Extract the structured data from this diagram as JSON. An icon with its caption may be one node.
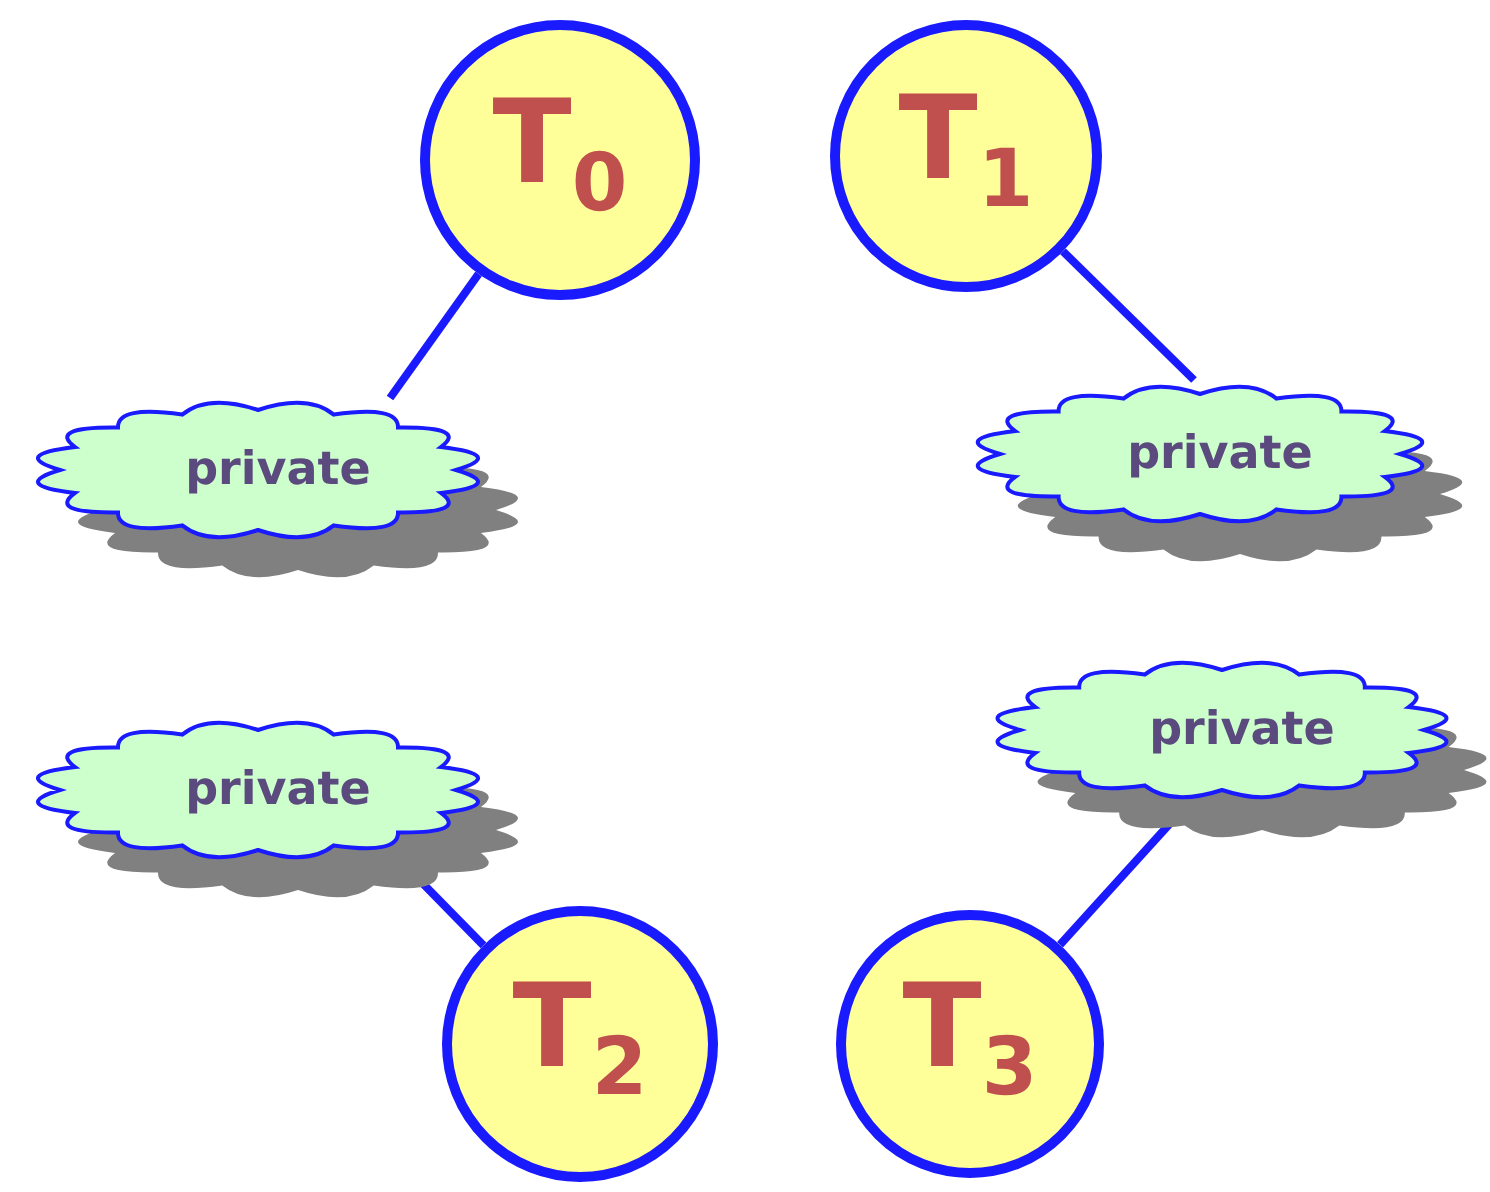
{
  "diagram": {
    "nodes": [
      {
        "text": [
          "T$_{0}$"
        ]
      },
      {
        "text": [
          "T$_{1}$"
        ]
      },
      {
        "text": [
          "private"
        ]
      },
      {
        "text": [
          "private"
        ]
      },
      {
        "text": [
          "private"
        ]
      },
      {
        "text": [
          "private"
        ]
      },
      {
        "text": [
          "T$_{2}$"
        ]
      },
      {
        "text": [
          "T$_{3}$"
        ]
      }
    ],
    "edges": [
      {
        "from": 0,
        "to": 2,
        "arrow": "none"
      },
      {
        "from": 1,
        "to": 3,
        "arrow": "none"
      },
      {
        "from": 4,
        "to": 6,
        "arrow": "none"
      },
      {
        "from": 5,
        "to": 7,
        "arrow": "none"
      }
    ]
  }
}
